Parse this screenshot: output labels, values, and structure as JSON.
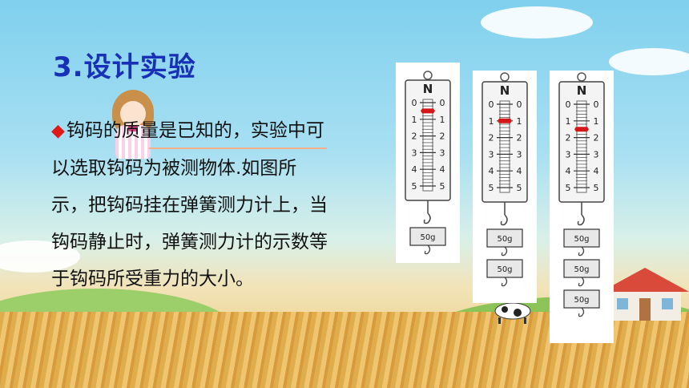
{
  "slide": {
    "title": "3.设计实验",
    "bullet_icon": "red-diamond-icon",
    "body_text": "钩码的质量是已知的，实验中可以选取钩码为被测物体.如图所示，把钩码挂在弹簧测力计上，当钩码静止时，弹簧测力计的示数等于钩码所受重力的大小。",
    "accent_color": "#1830b8",
    "bullet_color": "#e01818"
  },
  "figure": {
    "unit": "N",
    "scale_ticks": [
      "0",
      "1",
      "2",
      "3",
      "4",
      "5"
    ],
    "weight_label": "50g",
    "meters": [
      {
        "reading": 0.5,
        "weights": 1
      },
      {
        "reading": 1.0,
        "weights": 2
      },
      {
        "reading": 1.5,
        "weights": 3
      }
    ]
  }
}
